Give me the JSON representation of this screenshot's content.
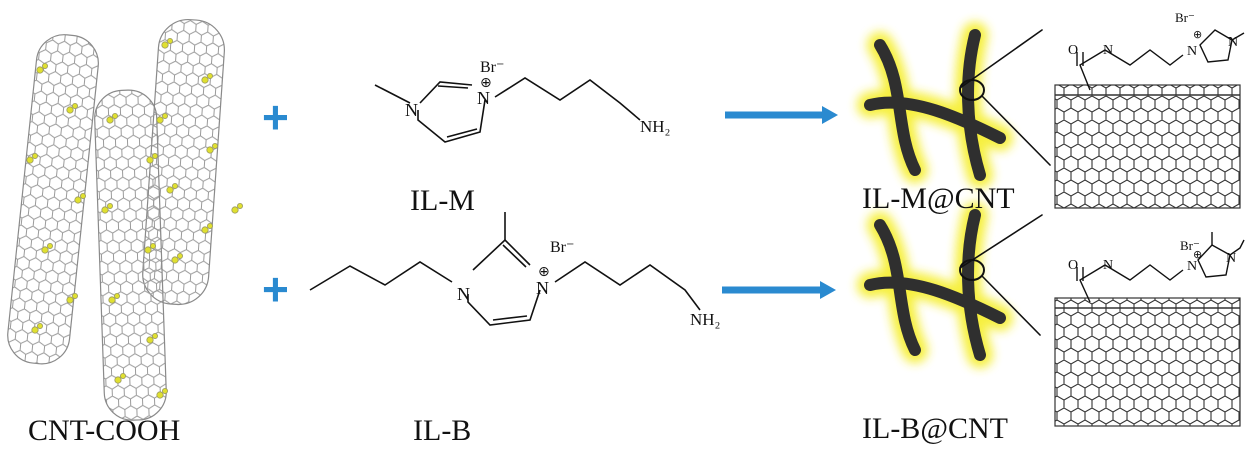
{
  "labels": {
    "cnt_cooh": "CNT-COOH",
    "il_m": "IL-M",
    "il_b": "IL-B",
    "il_m_cnt": "IL-M@CNT",
    "il_b_cnt": "IL-B@CNT"
  },
  "symbols": {
    "plus": "+",
    "bromide": "Br⁻",
    "cation_charge": "⊕",
    "nitrogen": "N",
    "amine": "NH₂",
    "oxygen": "O"
  },
  "colors": {
    "accent_blue": "#2a8ad0",
    "glow_yellow": "#f5ee2a",
    "fiber_dark": "#2f2f2f",
    "lattice_grey": "#9a9a9a",
    "functional_yellow": "#e0e030"
  },
  "icons": [
    "carbon-nanotube-bundle",
    "reaction-arrow",
    "ionic-liquid-structure",
    "coated-fiber"
  ]
}
